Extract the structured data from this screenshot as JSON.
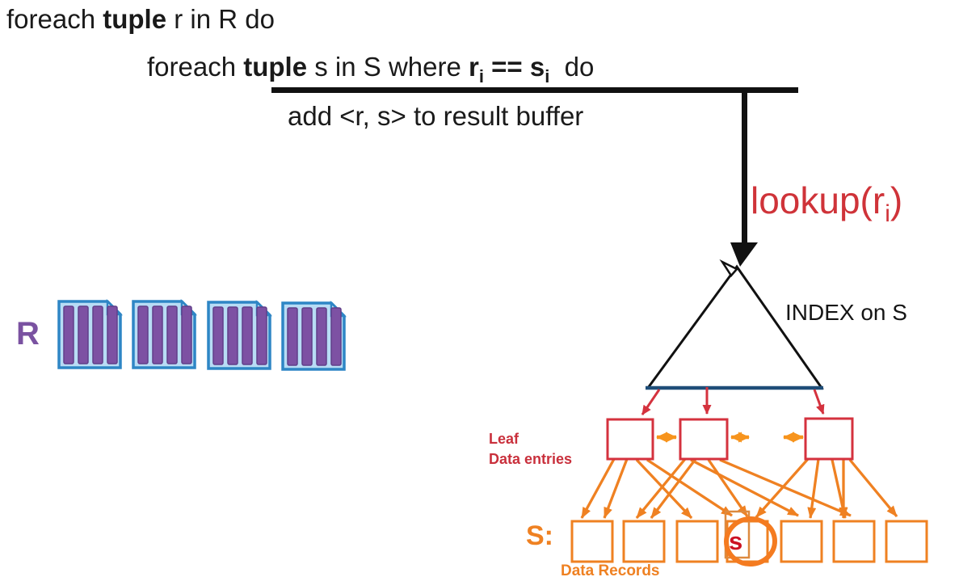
{
  "pseudocode": {
    "line1_pre": "foreach ",
    "line1_bold": "tuple",
    "line1_post": " r in R do",
    "line2_pre": "foreach ",
    "line2_bold": "tuple",
    "line2_mid": " s in S where ",
    "line2_r": "r",
    "line2_r_sub": "i",
    "line2_eq": " == ",
    "line2_s": "s",
    "line2_s_sub": "i",
    "line2_post": "  do",
    "line3": "add <r, s> to result buffer"
  },
  "lookup_label": {
    "text": "lookup(r",
    "sub": "i",
    "close": ")"
  },
  "index_label": "INDEX on S",
  "leaf_label": {
    "line1": "Leaf",
    "line2": "Data entries"
  },
  "relation_r_label": "R",
  "relation_s_label": "S:",
  "data_records_label": "Data Records",
  "highlighted_record_label": "s",
  "structure": {
    "r_pages_count": 4,
    "tuples_per_page": 4,
    "leaf_nodes_count": 3,
    "data_records_count": 7
  },
  "colors": {
    "text_black": "#1a1a1a",
    "lookup_red": "#cf3339",
    "leaf_box_red": "#d4323e",
    "leaf_label_red": "#c9303c",
    "record_orange": "#ef8122",
    "highlight_orange": "#f47b20",
    "triangle_base_navy": "#1f4e79",
    "r_purple": "#7a52a1",
    "tuple_bar_purple": "#7d51a3",
    "page_border_blue": "#2e86c5",
    "page_fill_blue": "#b8dcf5",
    "record_s_red": "#cc1122"
  }
}
